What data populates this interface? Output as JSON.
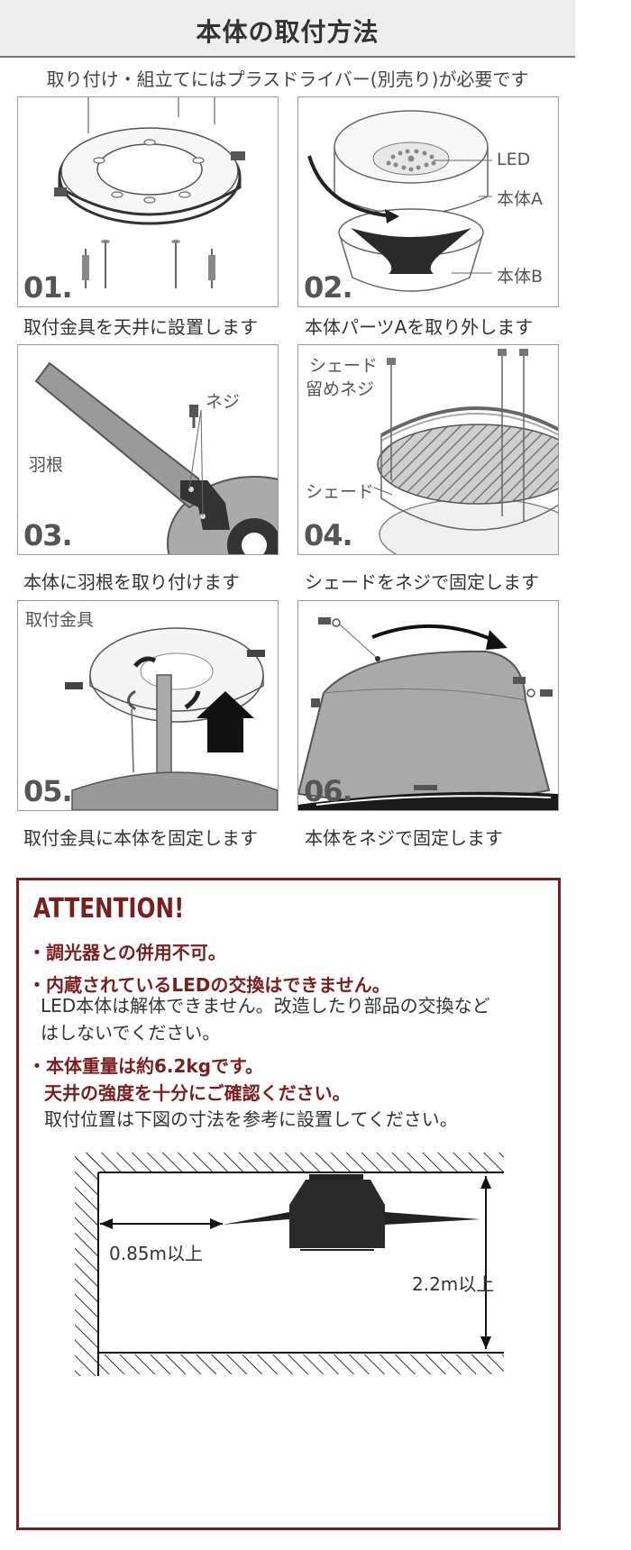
{
  "header": {
    "title": "本体の取付方法",
    "subtitle": "取り付け・組立てにはプラスドライバー(別売り)が必要です"
  },
  "steps": [
    {
      "number": "01.",
      "caption": "取付金具を天井に設置します"
    },
    {
      "number": "02.",
      "caption": "本体パーツAを取り外します",
      "labels": [
        "LED",
        "本体A",
        "本体B"
      ]
    },
    {
      "number": "03.",
      "caption": "本体に羽根を取り付けます",
      "labels": [
        "ネジ",
        "羽根"
      ]
    },
    {
      "number": "04.",
      "caption": "シェードをネジで固定します",
      "labels": [
        "シェード",
        "留めネジ",
        "シェード"
      ]
    },
    {
      "number": "05.",
      "caption": "取付金具に本体を固定します",
      "labels": [
        "取付金具"
      ]
    },
    {
      "number": "06.",
      "caption": "本体をネジで固定します"
    }
  ],
  "attention": {
    "title": "ATTENTION!",
    "item1": "・調光器との併用不可。",
    "item2": "・内蔵されているLEDの交換はできません。",
    "item2_body_1": "LED本体は解体できません。改造したり部品の交換など",
    "item2_body_2": "はしないでください。",
    "item3_line1": "・本体重量は約6.2kgです。",
    "item3_line2": "天井の強度を十分にご確認ください。",
    "item3_body": "取付位置は下図の寸法を参考に設置してください。"
  },
  "diagram": {
    "wall_distance": "0.85m以上",
    "floor_height": "2.2m以上"
  },
  "colors": {
    "accent": "#7a1e1e",
    "header_band": "#eeeeee",
    "text": "#333333"
  }
}
